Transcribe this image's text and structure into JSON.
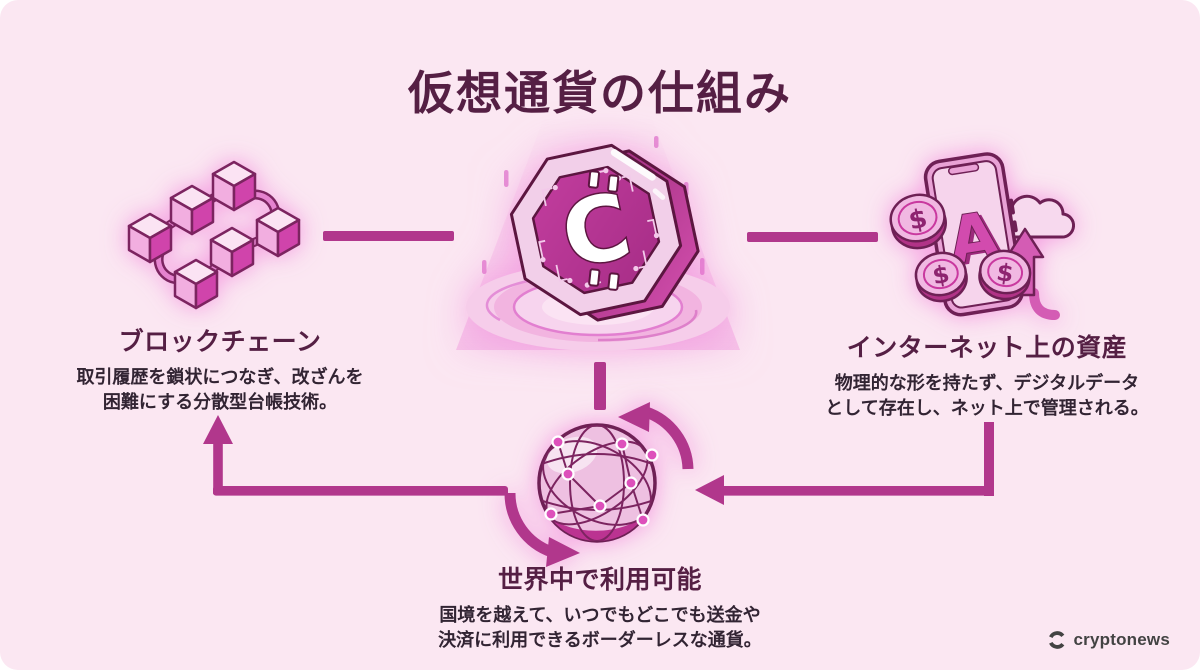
{
  "title": "仮想通貨の仕組み",
  "colors": {
    "background": "#fbe7f2",
    "accent_connector": "#b1378c",
    "heading": "#551f44",
    "body_text": "#322433",
    "illustration_outline": "#6e2055",
    "illustration_light": "#f6d4ec",
    "illustration_mid": "#d44fae",
    "illustration_deep": "#a62d86",
    "logo_text": "#434343"
  },
  "sections": {
    "blockchain": {
      "heading": "ブロックチェーン",
      "desc_line1": "取引履歴を鎖状につなぎ、改ざんを",
      "desc_line2": "困難にする分散型台帳技術。",
      "icon": "blockchain-cubes-illustration"
    },
    "internet_asset": {
      "heading": "インターネット上の資産",
      "desc_line1": "物理的な形を持たず、デジタルデータ",
      "desc_line2": "として存在し、ネット上で管理される。",
      "icon": "smartphone-coins-cloud-illustration"
    },
    "global_use": {
      "heading": "世界中で利用可能",
      "desc_line1": "国境を越えて、いつでもどこでも送金や",
      "desc_line2": "決済に利用できるボーダーレスな通貨。",
      "icon": "globe-network-illustration"
    }
  },
  "glyphs": {
    "coin_letter": "C",
    "phone_letter": "A",
    "dollar": "$"
  },
  "logo": {
    "text": "cryptonews"
  }
}
